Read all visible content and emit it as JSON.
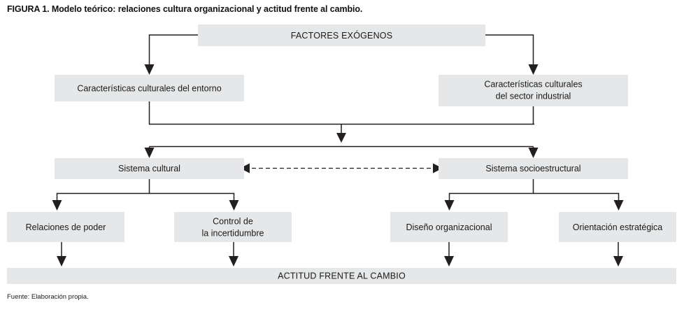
{
  "figure": {
    "title": "FIGURA 1. Modelo teórico: relaciones cultura organizacional y actitud frente al cambio.",
    "source": "Fuente: Elaboración propia.",
    "colors": {
      "box_fill": "#e6e7e8",
      "line": "#231f20",
      "text": "#1a1a1a",
      "background": "#ffffff"
    }
  },
  "nodes": {
    "exogenous": {
      "label": "FACTORES EXÓGENOS"
    },
    "env_culture": {
      "label": "Características culturales del entorno"
    },
    "industry_culture_line1": {
      "label": "Características culturales"
    },
    "industry_culture_line2": {
      "label": "del sector industrial"
    },
    "cultural_system": {
      "label": "Sistema cultural"
    },
    "socio_system": {
      "label": "Sistema socioestructural"
    },
    "power_relations": {
      "label": "Relaciones de poder"
    },
    "uncertainty_line1": {
      "label": "Control de"
    },
    "uncertainty_line2": {
      "label": "la incertidumbre"
    },
    "org_design": {
      "label": "Diseño organizacional"
    },
    "strategic_orientation": {
      "label": "Orientación estratégica"
    },
    "attitude": {
      "label": "ACTITUD FRENTE AL CAMBIO"
    }
  },
  "edges": [
    {
      "name": "exogenous-to-environment",
      "style": "solid",
      "direction": "one-way"
    },
    {
      "name": "exogenous-to-industry",
      "style": "solid",
      "direction": "one-way"
    },
    {
      "name": "environment-to-merge",
      "style": "solid",
      "direction": "one-way"
    },
    {
      "name": "industry-to-merge",
      "style": "solid",
      "direction": "one-way"
    },
    {
      "name": "merge-to-split",
      "style": "solid",
      "direction": "one-way"
    },
    {
      "name": "split-to-cultural-system",
      "style": "solid",
      "direction": "one-way"
    },
    {
      "name": "split-to-socio-system",
      "style": "solid",
      "direction": "one-way"
    },
    {
      "name": "cultural-system-to-power-relations",
      "style": "solid",
      "direction": "one-way"
    },
    {
      "name": "cultural-system-to-uncertainty",
      "style": "solid",
      "direction": "one-way"
    },
    {
      "name": "socio-system-to-org-design",
      "style": "solid",
      "direction": "one-way"
    },
    {
      "name": "socio-system-to-strategic-orientation",
      "style": "solid",
      "direction": "one-way"
    },
    {
      "name": "cultural-system-socio-system-link",
      "style": "dashed",
      "direction": "two-way"
    },
    {
      "name": "power-relations-to-attitude",
      "style": "solid",
      "direction": "one-way"
    },
    {
      "name": "uncertainty-to-attitude",
      "style": "solid",
      "direction": "one-way"
    },
    {
      "name": "org-design-to-attitude",
      "style": "solid",
      "direction": "one-way"
    },
    {
      "name": "strategic-orientation-to-attitude",
      "style": "solid",
      "direction": "one-way"
    }
  ]
}
